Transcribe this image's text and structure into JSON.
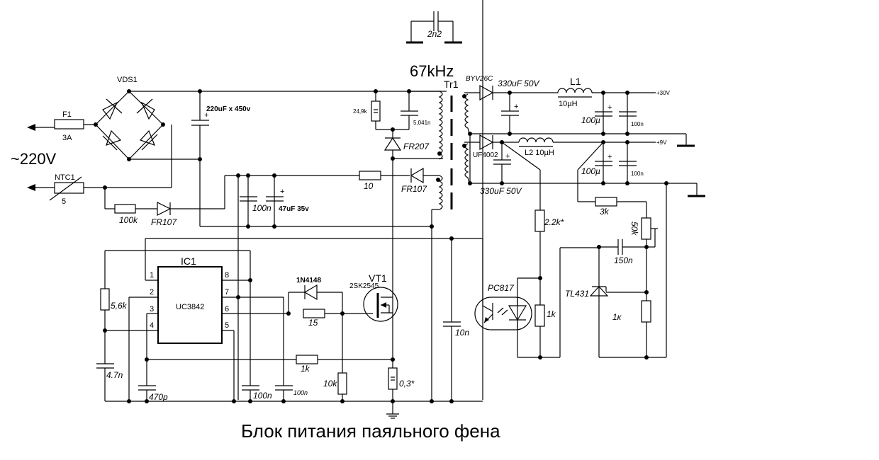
{
  "title": "Блок питания паяльного фена",
  "mains_label": "~220V",
  "frequency_label": "67kHz",
  "components": {
    "fuse": {
      "ref": "F1",
      "value": "3A"
    },
    "bridge": {
      "ref": "VDS1"
    },
    "ntc": {
      "ref": "NTC1",
      "value": "5"
    },
    "c_bulk": {
      "value": "220uF x 450v"
    },
    "r_start": {
      "value": "100k"
    },
    "d_start": {
      "value": "FR107"
    },
    "c_vcc_100n": {
      "value": "100n"
    },
    "c_vcc_47u": {
      "value": "47uF 35v"
    },
    "snubber_r": {
      "value": "24,9k"
    },
    "snubber_c": {
      "value": "5,041n"
    },
    "snubber_d": {
      "value": "FR207"
    },
    "r_aux": {
      "value": "10"
    },
    "d_aux": {
      "value": "FR107"
    },
    "transformer": {
      "ref": "Tr1"
    },
    "c_y": {
      "value": "2n2"
    },
    "d_out30": {
      "value": "BYV26C"
    },
    "c_out30": {
      "value": "330uF 50V"
    },
    "l1": {
      "ref": "L1",
      "value": "10µH"
    },
    "c_out30_2": {
      "value": "100µ"
    },
    "c_out30_3": {
      "value": "100n"
    },
    "rail_30": {
      "value": "+30V"
    },
    "d_out9": {
      "value": "UF4002"
    },
    "c_out9": {
      "value": "330uF 50V"
    },
    "l2": {
      "value": "L2 10µH"
    },
    "c_out9_2": {
      "value": "100µ"
    },
    "c_out9_3": {
      "value": "100n"
    },
    "rail_9": {
      "value": "+9V"
    },
    "ic": {
      "ref": "IC1",
      "part": "UC3842",
      "pins": [
        "1",
        "2",
        "3",
        "4",
        "5",
        "6",
        "7",
        "8"
      ]
    },
    "r_rt": {
      "value": "5,6k"
    },
    "c_ct": {
      "value": "4.7n"
    },
    "c_cs": {
      "value": "470p"
    },
    "c_vref": {
      "value": "100n"
    },
    "c_vcc2": {
      "value": "100n"
    },
    "d_gate": {
      "value": "1N4148"
    },
    "r_gate": {
      "value": "15"
    },
    "r_cs": {
      "value": "1k"
    },
    "r_gs": {
      "value": "10k"
    },
    "mosfet": {
      "ref": "VT1",
      "part": "2SK2545"
    },
    "r_sense": {
      "value": "0,3*"
    },
    "c_10n": {
      "value": "10n"
    },
    "opto": {
      "value": "PC817"
    },
    "r_led": {
      "value": "2.2k*"
    },
    "r_1k": {
      "value": "1k"
    },
    "tl431": {
      "value": "TL431"
    },
    "r_3k": {
      "value": "3k"
    },
    "pot": {
      "value": "50k"
    },
    "c_150n": {
      "value": "150n"
    },
    "r_1k_b": {
      "value": "1к"
    }
  }
}
